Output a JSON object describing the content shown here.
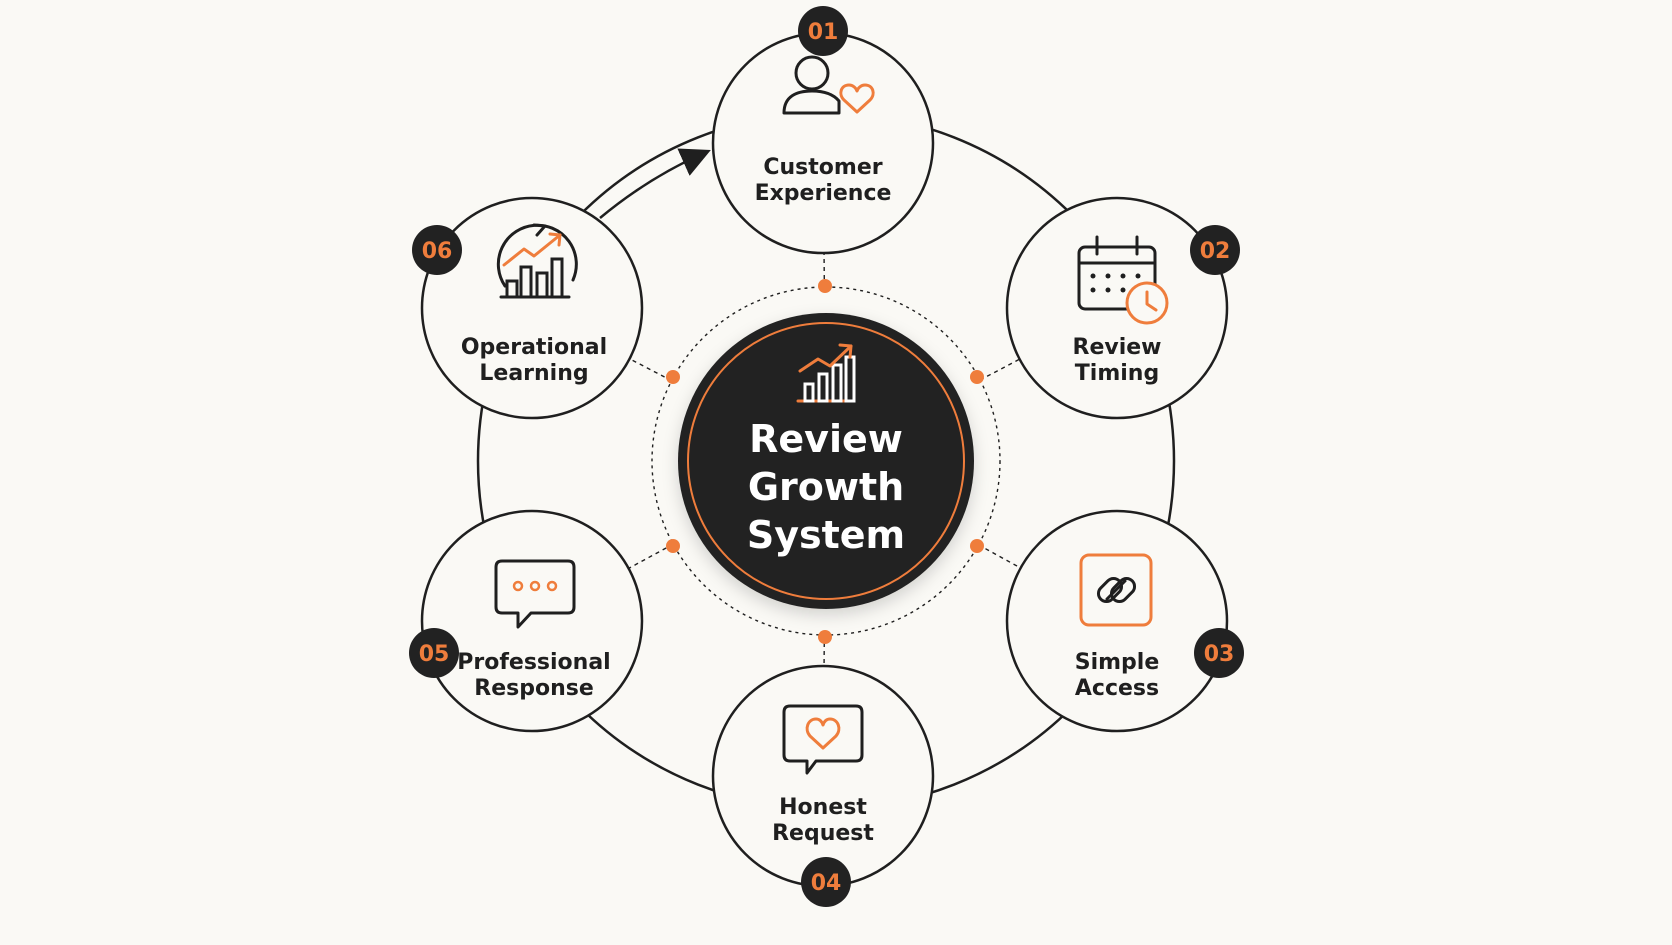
{
  "center": {
    "title_lines": [
      "Review",
      "Growth",
      "System"
    ],
    "icon": "growth-chart-icon"
  },
  "nodes": [
    {
      "number": "01",
      "label_lines": [
        "Customer",
        "Experience"
      ],
      "icon": "user-heart-icon"
    },
    {
      "number": "02",
      "label_lines": [
        "Review",
        "Timing"
      ],
      "icon": "calendar-clock-icon"
    },
    {
      "number": "03",
      "label_lines": [
        "Simple",
        "Access"
      ],
      "icon": "link-icon"
    },
    {
      "number": "04",
      "label_lines": [
        "Honest",
        "Request"
      ],
      "icon": "heart-message-icon"
    },
    {
      "number": "05",
      "label_lines": [
        "Professional",
        "Response"
      ],
      "icon": "chat-bubble-icon"
    },
    {
      "number": "06",
      "label_lines": [
        "Operational",
        "Learning"
      ],
      "icon": "learning-chart-icon"
    }
  ],
  "colors": {
    "background": "#faf9f5",
    "dark": "#222222",
    "accent": "#ef7d3c",
    "line": "#1f1f1f",
    "white": "#ffffff"
  }
}
